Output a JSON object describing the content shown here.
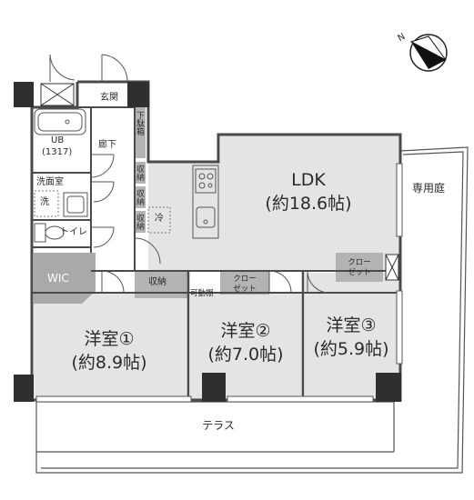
{
  "compass": {
    "label": "N",
    "icon": "north-arrow-icon"
  },
  "rooms": {
    "genkan": "玄関",
    "rouka": "廊下",
    "geta": "下駄箱",
    "ub": "UB",
    "ub_size": "(1317)",
    "senmen": "洗面室",
    "sen": "洗",
    "toilet": "トイレ",
    "shuno_a": "収納",
    "shuno_b": "収納",
    "shuno_c": "収納",
    "rei": "冷",
    "ldk_name": "LDK",
    "ldk_size": "(約18.6帖)",
    "senyoutei": "専用庭",
    "wic": "WIC",
    "shuno_main": "収納",
    "kadoudana": "可動棚",
    "closet_mid": "クロー\nゼット",
    "closet_right": "クロー\nゼット",
    "yoshitsu1_name": "洋室①",
    "yoshitsu1_size": "(約8.9帖)",
    "yoshitsu2_name": "洋室②",
    "yoshitsu2_size": "(約7.0帖)",
    "yoshitsu3_name": "洋室③",
    "yoshitsu3_size": "(約5.9帖)",
    "terrace": "テラス"
  },
  "colors": {
    "wall": "#4a4a4a",
    "column": "#2f2f2f",
    "room_fill": "#e4e4e4",
    "storage_fill": "#b3b3b3",
    "wic_fill": "#a9a9a9",
    "line": "#555555"
  }
}
